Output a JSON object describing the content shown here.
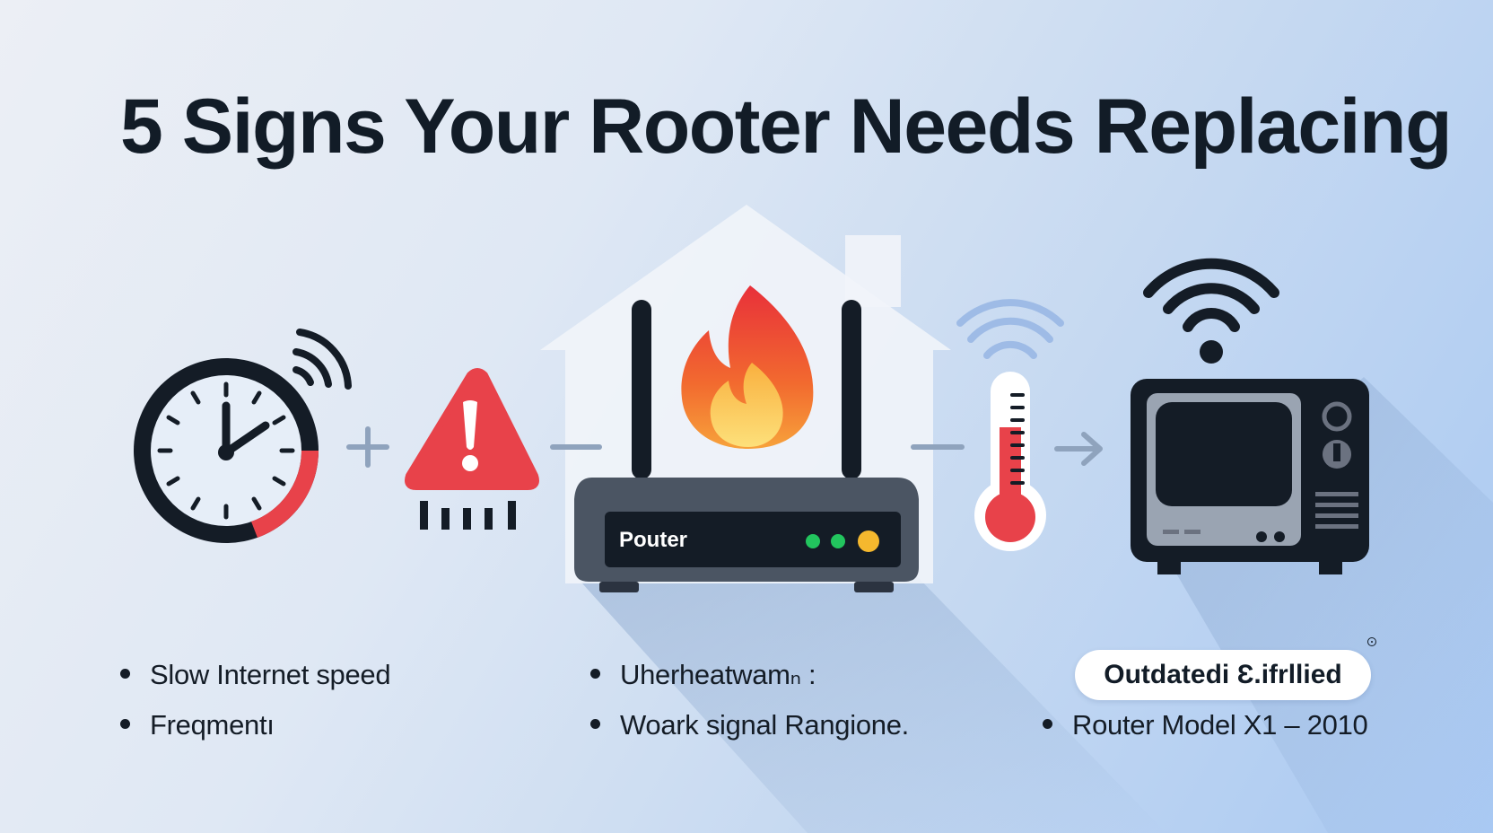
{
  "title": "5 Signs Your Rooter Needs Replacing",
  "router_label": "Pouter",
  "bullets": {
    "left": [
      "Slow Internet speed",
      "Freqmentı"
    ],
    "middle": [
      "Uherheatwamₙ :",
      "Woark signal Rangione."
    ],
    "right_pill": "Outdatedi Ɛ.ifrllied",
    "right": [
      "Router Model X1 – 2010"
    ]
  },
  "icons": [
    "clock-icon",
    "wifi-waves-icon",
    "plus-icon",
    "warning-icon",
    "signal-bars-icon",
    "minus-icon",
    "house-icon",
    "router-icon",
    "fire-icon",
    "thermometer-icon",
    "arrow-right-icon",
    "tv-icon",
    "wifi-icon"
  ],
  "colors": {
    "dark": "#121c27",
    "red": "#e8424a",
    "router": "#4b5563",
    "green": "#22c55e",
    "yellow": "#f5b82e",
    "house": "#f1f4f9",
    "wifi_blue": "#9ebbe6"
  }
}
